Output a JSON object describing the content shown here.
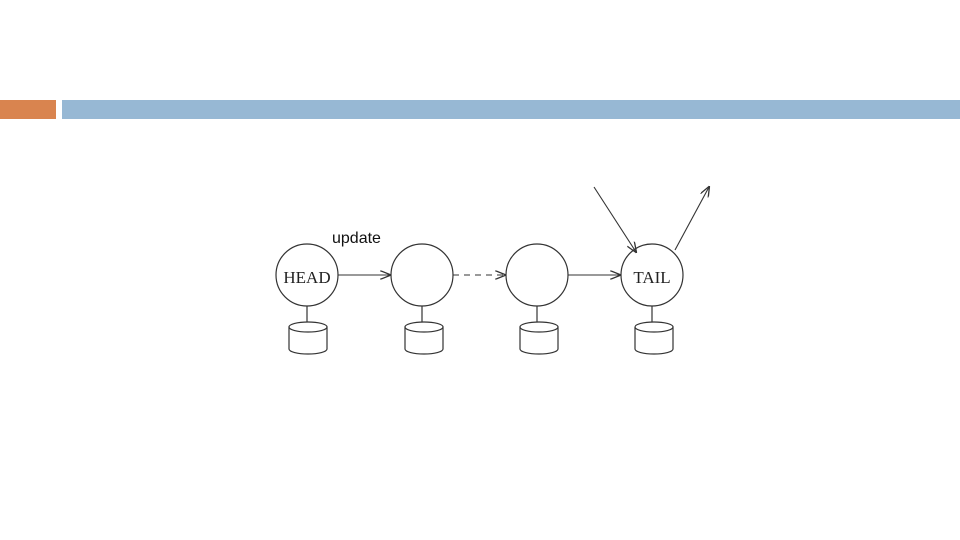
{
  "diagram": {
    "update_label": "update",
    "nodes": [
      {
        "id": "head",
        "label": "HEAD"
      },
      {
        "id": "middle-1",
        "label": ""
      },
      {
        "id": "middle-2",
        "label": ""
      },
      {
        "id": "tail",
        "label": "TAIL"
      }
    ]
  },
  "colors": {
    "accent_orange": "#d9844f",
    "accent_blue": "#97b8d4",
    "stroke": "#333333"
  }
}
